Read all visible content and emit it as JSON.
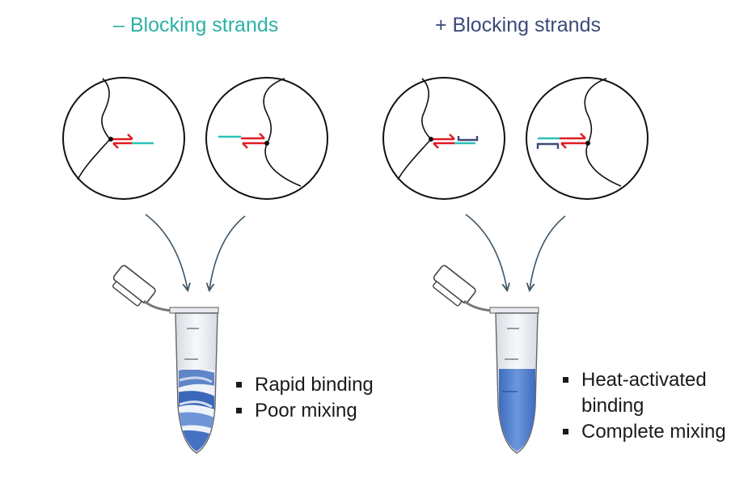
{
  "left_panel": {
    "title": "– Blocking strands",
    "title_color": "#2cb1a6",
    "bullets": [
      "Rapid binding",
      "Poor mixing"
    ],
    "liquid": "swirled"
  },
  "right_panel": {
    "title": "+ Blocking strands",
    "title_color": "#3c4a7a",
    "bullets": [
      "Heat-activated binding",
      "Complete mixing"
    ],
    "liquid": "uniform"
  },
  "colors": {
    "strand_red": "#e01b24",
    "strand_teal": "#2cc1b8",
    "blocker_navy": "#3c4a7a",
    "liquid_blue": "#4f7fce",
    "arrow": "#3d5566"
  },
  "icons": [
    "circle-zoom-icon",
    "strand-duplex-icon",
    "curved-arrow-icon",
    "microcentrifuge-tube-icon"
  ]
}
